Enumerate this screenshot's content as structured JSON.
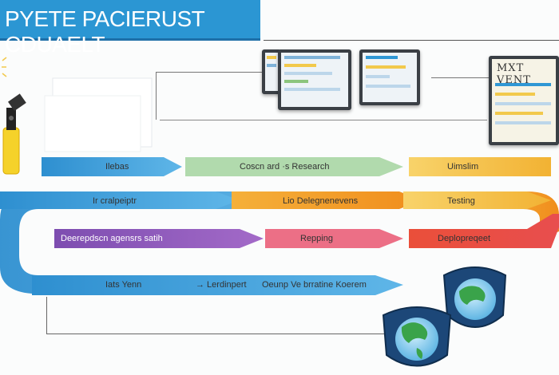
{
  "title": "PYETE PACIERUST CDUAELT",
  "monitor": {
    "screen_text": "MXT VENT"
  },
  "stages": {
    "row1": [
      "Ilebas",
      "Coscn  ard  ·s Research",
      "Uimslim"
    ],
    "row2": [
      "Ir  cralpeiptr",
      "Lio  Delegnenevens",
      "Testing"
    ],
    "row3": [
      "Deerepdscn  agensrs  satih",
      "Repping",
      "Deplopreqeet"
    ],
    "row4": [
      "Iats  Yenn",
      "→  Lerdinpert",
      "Oeunp  Ve  brratine  Koerem"
    ]
  },
  "colors": {
    "blue": "#2f97d5",
    "green": "#a8d6a4",
    "yellow": "#f5c24a",
    "orange": "#f3a52a",
    "purple": "#8b56b8",
    "pink": "#ec6f86",
    "red": "#e64535",
    "title_bg": "#2b96d3"
  },
  "icons": [
    "usb-drive-icon",
    "tablet-icon",
    "laptop-icon",
    "monitor-icon",
    "globe-shield-icon"
  ]
}
